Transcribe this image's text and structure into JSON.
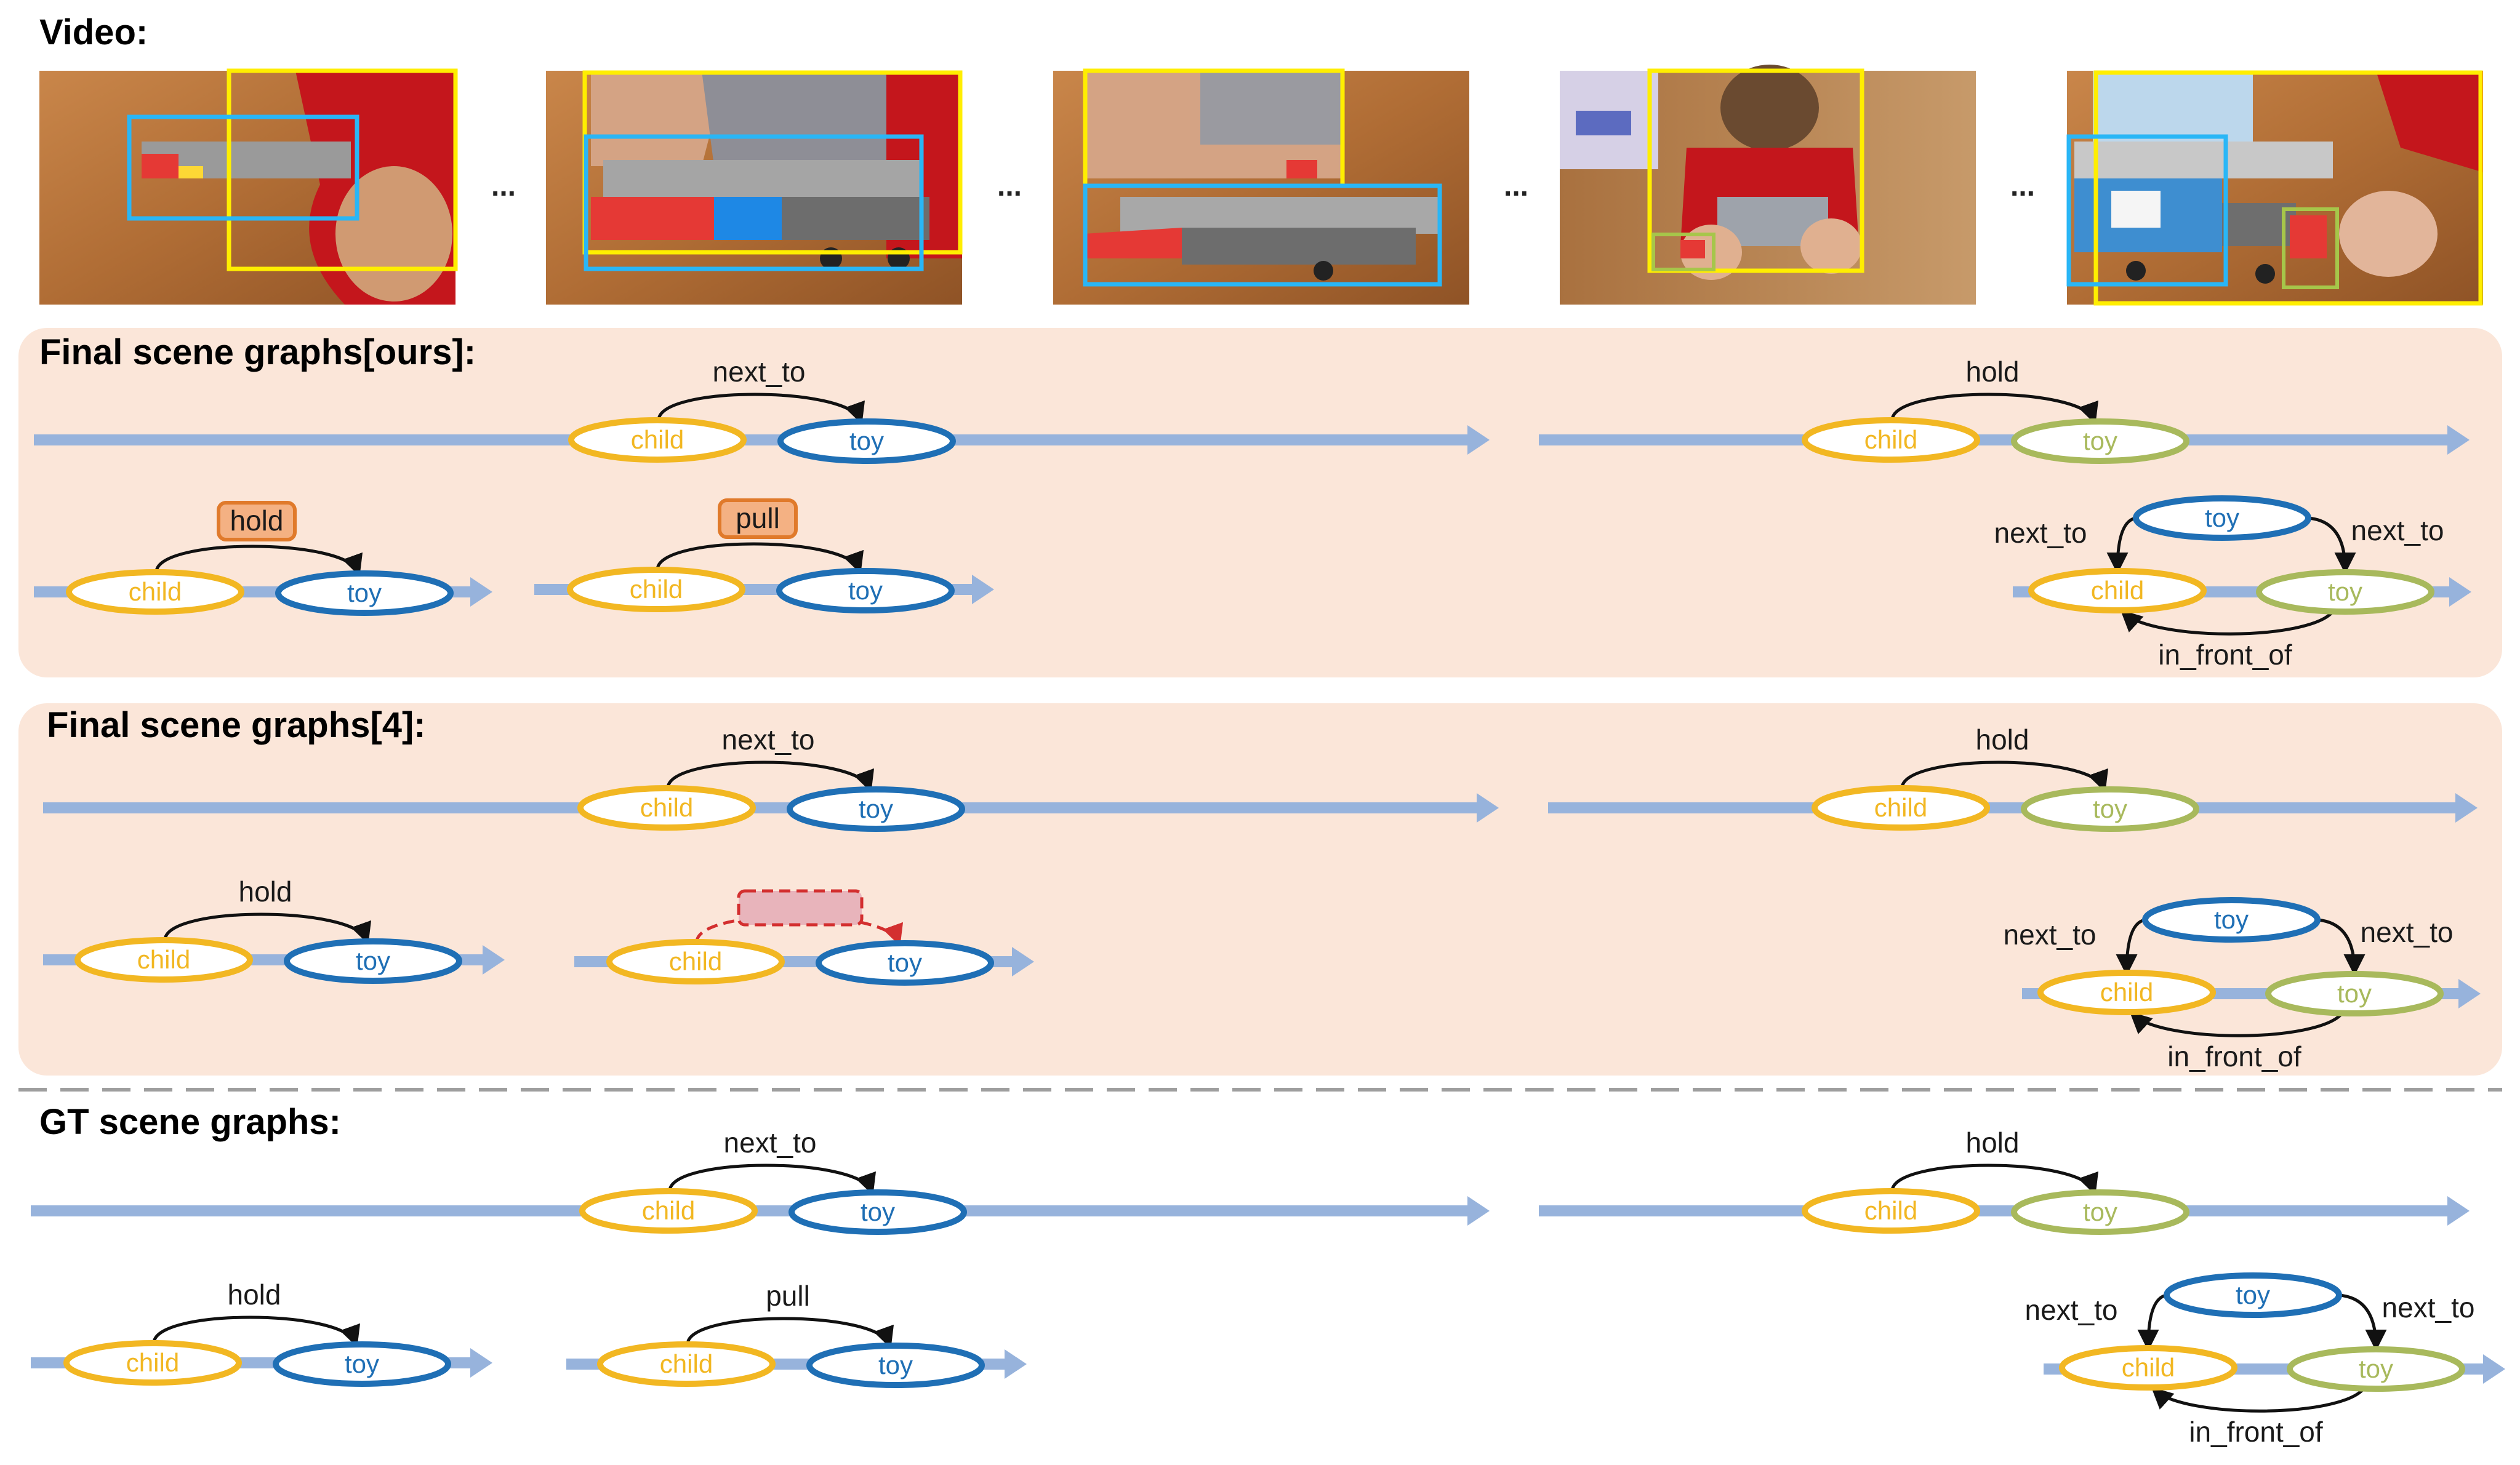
{
  "colors": {
    "axis": "#97b3dc",
    "child": "#f2b722",
    "toy_blue": "#1f6fb5",
    "toy_green": "#a8b95c",
    "panel": "#fbe6d9",
    "highlight_fill": "#f4b183",
    "highlight_stroke": "#e07a2b",
    "error_fill": "#e8b4bb",
    "error_stroke": "#d32f2f",
    "bbox_yellow": "#ffee00",
    "bbox_blue": "#29b6f6",
    "bbox_green": "#a6c64a"
  },
  "video": {
    "title": "Video:",
    "separator": "...",
    "frames": [
      {
        "name": "frame-1",
        "boxes": [
          "yellow-box",
          "blue-box"
        ]
      },
      {
        "name": "frame-2",
        "boxes": [
          "yellow-box",
          "blue-box"
        ]
      },
      {
        "name": "frame-3",
        "boxes": [
          "yellow-box",
          "blue-box"
        ]
      },
      {
        "name": "frame-4",
        "boxes": [
          "yellow-box",
          "green-box"
        ]
      },
      {
        "name": "frame-5",
        "boxes": [
          "yellow-box",
          "blue-box",
          "green-box"
        ]
      }
    ]
  },
  "sections": {
    "ours": {
      "title": "Final scene graphs[ours]:",
      "graphs": [
        {
          "relation": "next_to",
          "subject": "child",
          "object": "toy"
        },
        {
          "relation": "hold",
          "subject": "child",
          "object": "toy"
        },
        {
          "relation": "hold",
          "subject": "child",
          "object": "toy",
          "highlight": true
        },
        {
          "relation": "pull",
          "subject": "child",
          "object": "toy",
          "highlight": true
        },
        {
          "top": "toy",
          "left": "child",
          "right": "toy",
          "rel_left": "next_to",
          "rel_right": "next_to",
          "rel_bottom": "in_front_of"
        }
      ]
    },
    "ref": {
      "title": "Final scene graphs[4]:",
      "graphs": [
        {
          "relation": "next_to",
          "subject": "child",
          "object": "toy"
        },
        {
          "relation": "hold",
          "subject": "child",
          "object": "toy"
        },
        {
          "relation": "hold",
          "subject": "child",
          "object": "toy"
        },
        {
          "relation": "",
          "subject": "child",
          "object": "toy",
          "missing": true
        },
        {
          "top": "toy",
          "left": "child",
          "right": "toy",
          "rel_left": "next_to",
          "rel_right": "next_to",
          "rel_bottom": "in_front_of"
        }
      ]
    },
    "gt": {
      "title": "GT scene graphs:",
      "graphs": [
        {
          "relation": "next_to",
          "subject": "child",
          "object": "toy"
        },
        {
          "relation": "hold",
          "subject": "child",
          "object": "toy"
        },
        {
          "relation": "hold",
          "subject": "child",
          "object": "toy"
        },
        {
          "relation": "pull",
          "subject": "child",
          "object": "toy"
        },
        {
          "top": "toy",
          "left": "child",
          "right": "toy",
          "rel_left": "next_to",
          "rel_right": "next_to",
          "rel_bottom": "in_front_of"
        }
      ]
    }
  }
}
